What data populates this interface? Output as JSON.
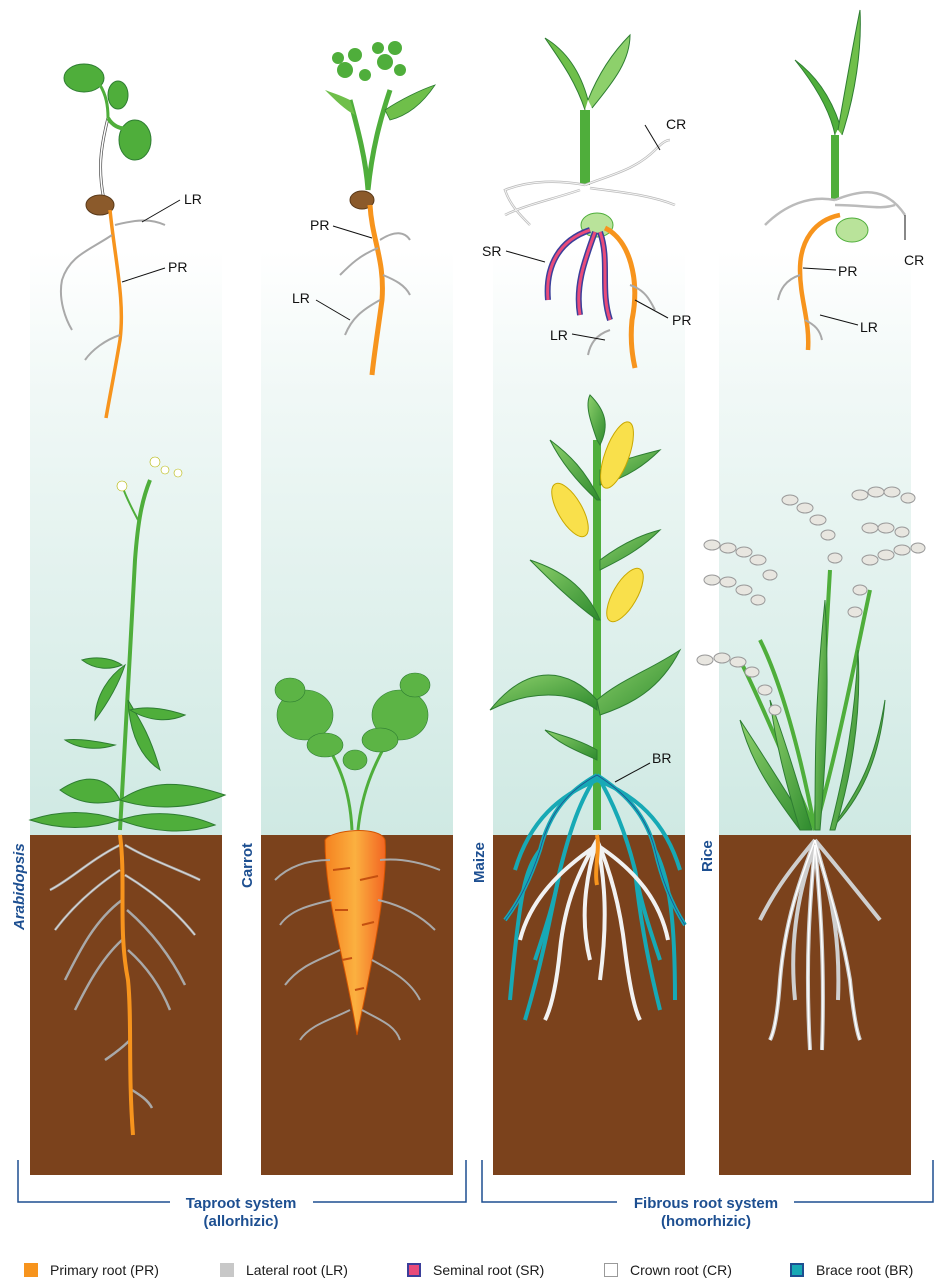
{
  "labels": {
    "lr": "LR",
    "pr": "PR",
    "sr": "SR",
    "cr": "CR",
    "br": "BR"
  },
  "plants": [
    {
      "name": "Arabidopsis"
    },
    {
      "name": "Carrot"
    },
    {
      "name": "Maize"
    },
    {
      "name": "Rice"
    }
  ],
  "systems": {
    "taproot": {
      "line1": "Taproot system",
      "line2": "(allorhizic)"
    },
    "fibrous": {
      "line1": "Fibrous root system",
      "line2": "(homorhizic)"
    }
  },
  "legend": [
    {
      "label": "Primary root (PR)",
      "color": "#f7941d"
    },
    {
      "label": "Lateral root (LR)",
      "color": "#c8c8c8"
    },
    {
      "label": "Seminal root (SR)",
      "color": "#e94b7a",
      "border": "#3b3f9a"
    },
    {
      "label": "Crown root (CR)",
      "color": "#ffffff",
      "border": "#9a9a9a"
    },
    {
      "label": "Brace root (BR)",
      "color": "#17a9b5",
      "border": "#1d4f91"
    }
  ],
  "colors": {
    "soil": "#7b421c",
    "primary_root": "#f7941d",
    "lateral_root": "#a9a9a9",
    "seminal_root": "#e94b7a",
    "brace_root": "#17a9b5",
    "leaf": "#4fae3b",
    "label_blue": "#1d4f91"
  }
}
